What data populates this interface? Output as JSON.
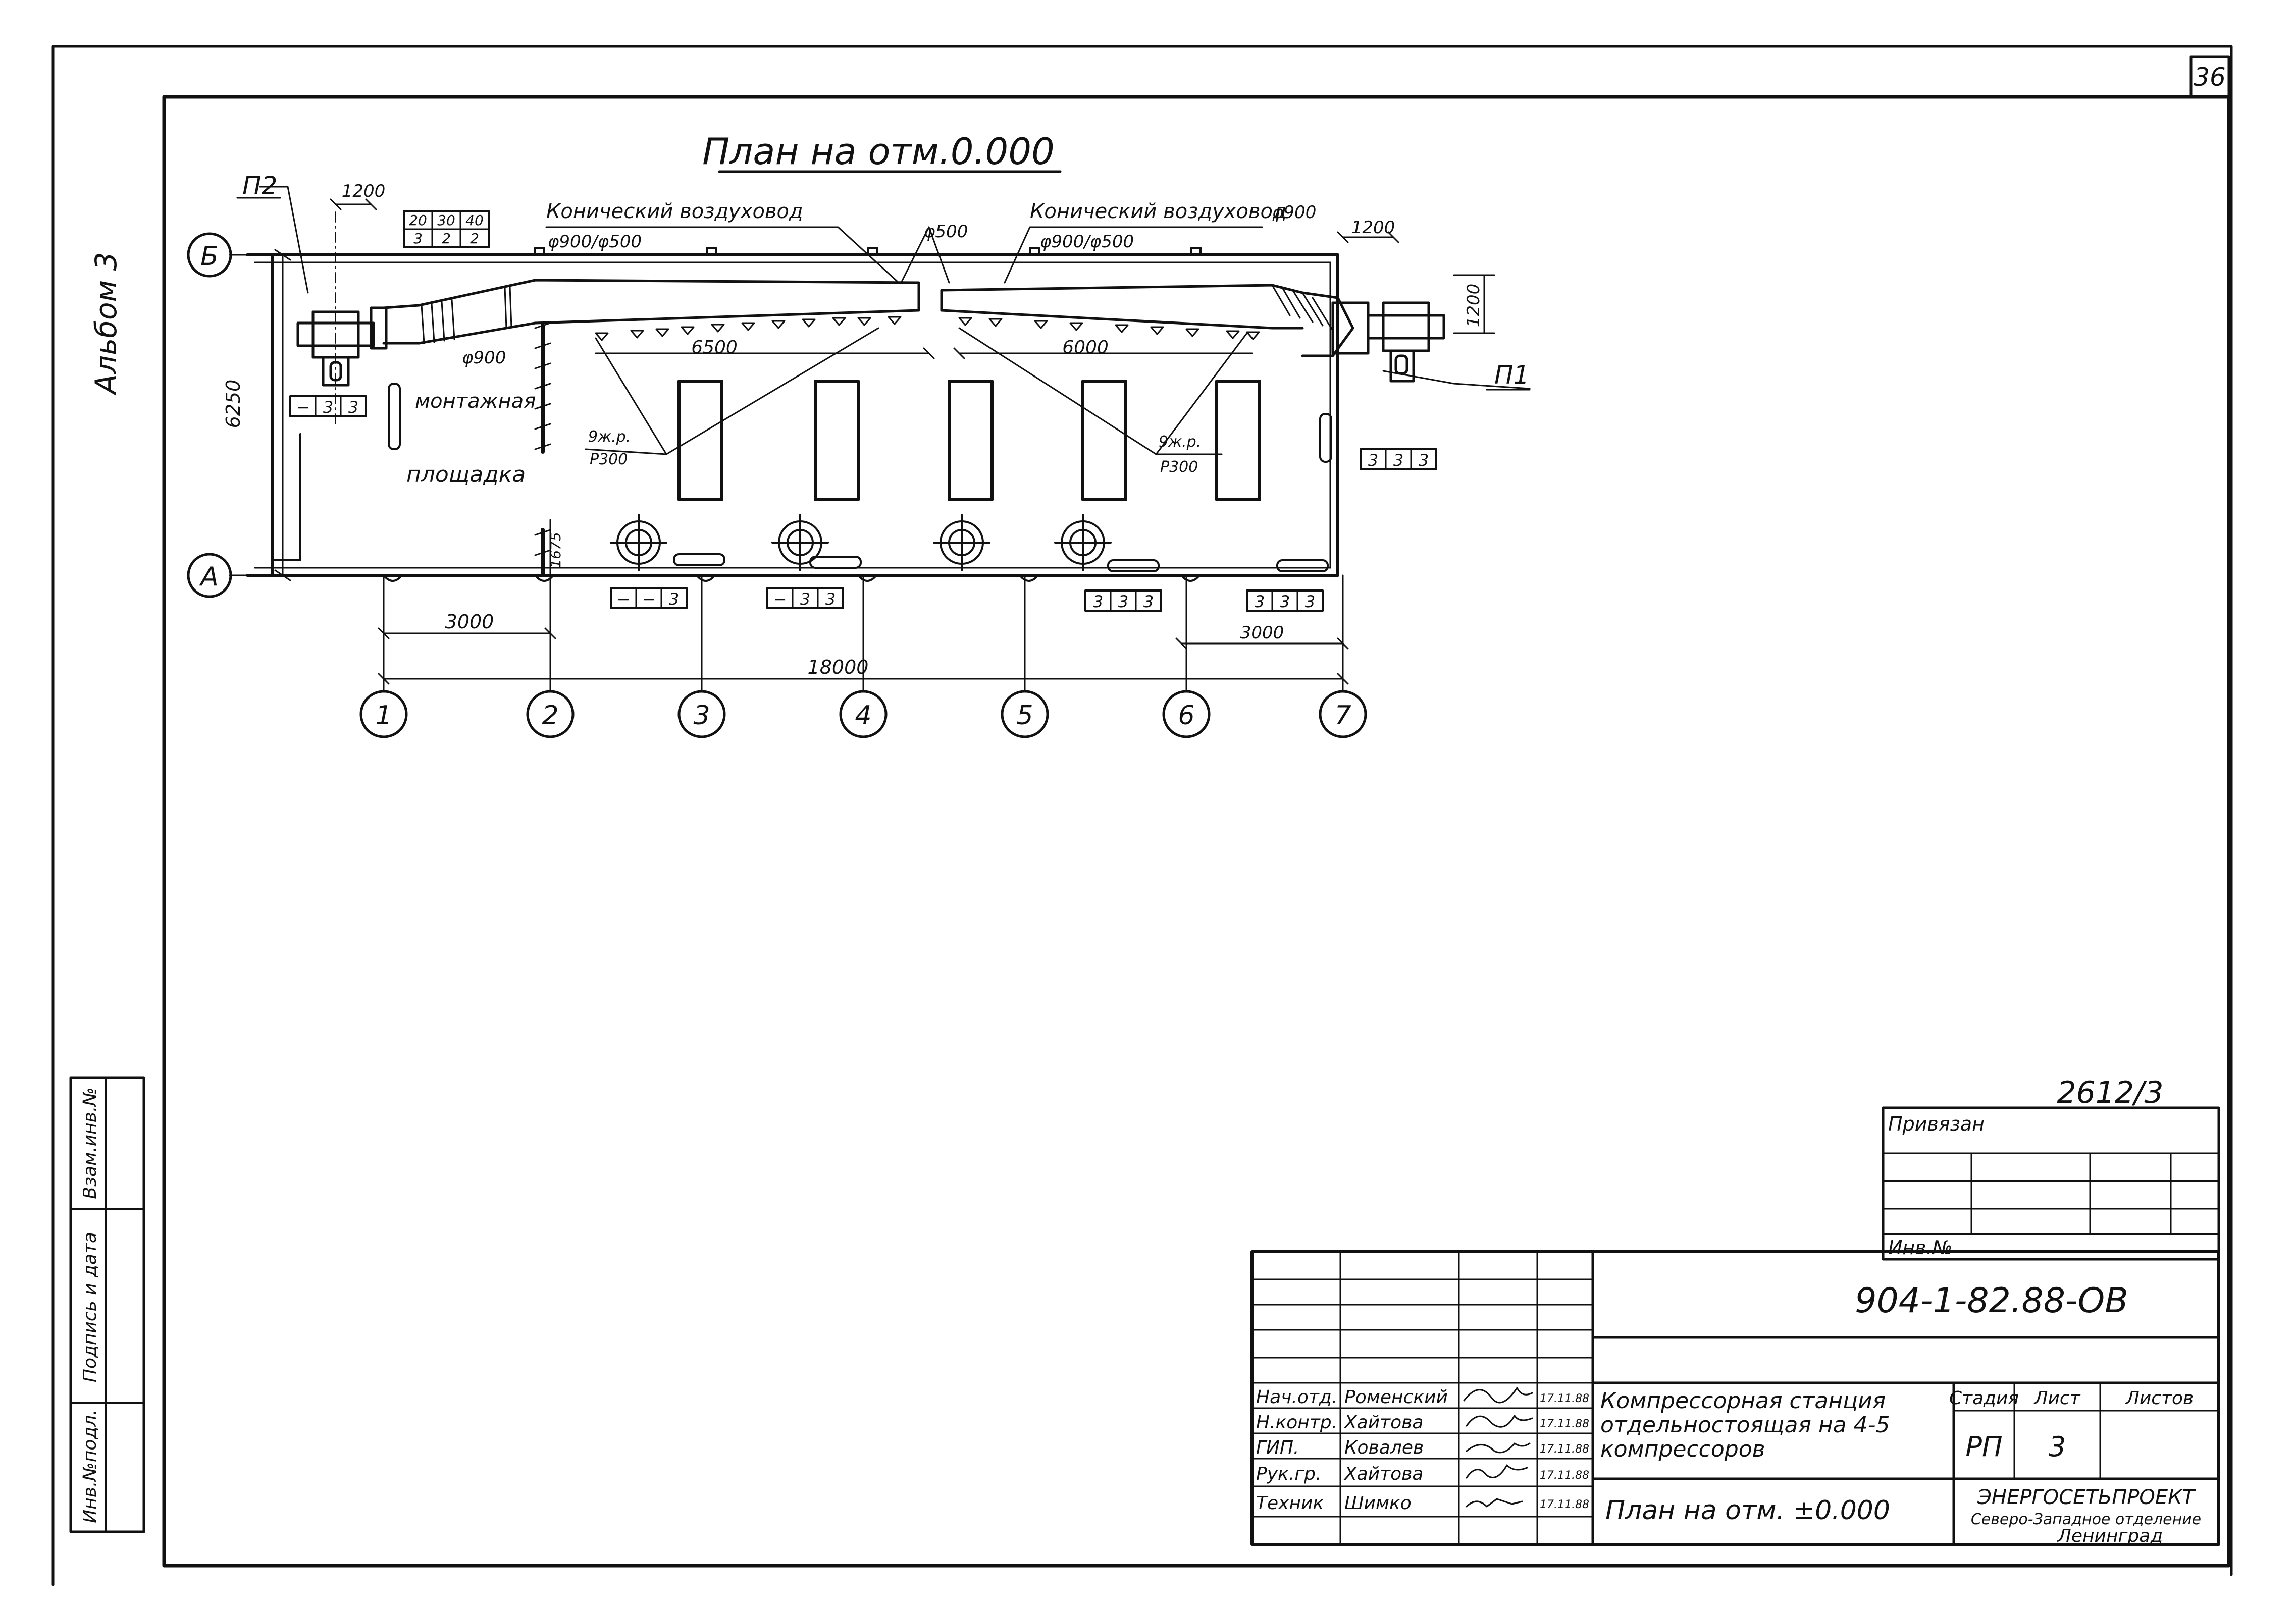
{
  "sheet": {
    "number": "36",
    "album": "Альбом 3",
    "title": "План на отм.0.000"
  },
  "drawing": {
    "axes_rows": [
      "Б",
      "А"
    ],
    "axes_columns": [
      "1",
      "2",
      "3",
      "4",
      "5",
      "6",
      "7"
    ],
    "unit_labels": {
      "p2": "П2",
      "p1": "П1"
    },
    "notes": {
      "duct_left": "Конический воздуховод",
      "duct_left_size": "φ900/φ500",
      "duct_right": "Конический воздуховод",
      "duct_right_size": "φ900/φ500",
      "d500": "φ500",
      "d900_right": "φ900",
      "d900_left": "φ900",
      "grille_left": "9ж.р.",
      "grille_left_size": "Р300",
      "grille_right": "9ж.р.",
      "grille_right_size": "Р300",
      "platform_1": "монтажная",
      "platform_2": "площадка"
    },
    "dimensions": {
      "d1200_left": "1200",
      "d1200_right_top": "1200",
      "d1200_right_vert": "1200",
      "d6250": "6250",
      "d6500": "6500",
      "d6000": "6000",
      "d1675": "1675",
      "d3000_left": "3000",
      "d3000_right": "3000",
      "d18000": "18000"
    },
    "mark_table": {
      "top": [
        "20",
        "30",
        "40"
      ],
      "bottom": [
        "3",
        "2",
        "2"
      ]
    },
    "marks": {
      "m1": [
        "−",
        "3",
        "3"
      ],
      "m2": [
        "−",
        "−",
        "3"
      ],
      "m3": [
        "−",
        "3",
        "3"
      ],
      "m4": [
        "3",
        "3",
        "3"
      ],
      "m5": [
        "3",
        "3",
        "3"
      ],
      "m6": [
        "3",
        "3",
        "3"
      ]
    }
  },
  "margin_stamp": {
    "col1": "Инв.№подл.",
    "col2": "Подпись и дата",
    "col3": "Взам.инв.№"
  },
  "binding_block": {
    "reference": "2612/3",
    "bound_label": "Привязан",
    "inv_label": "Инв.№"
  },
  "title_block": {
    "doc_code": "904-1-82.88-ОВ",
    "project_title": [
      "Компрессорная станция",
      "отдельностоящая на 4-5",
      "компрессоров"
    ],
    "sheet_title": "План на отм. ±0.000",
    "stage_header": "Стадия",
    "sheet_header": "Лист",
    "sheets_header": "Листов",
    "stage_value": "РП",
    "sheet_value": "3",
    "org": [
      "ЭНЕРГОСЕТЬПРОЕКТ",
      "Северо-Западное отделение",
      "Ленинград"
    ],
    "staff": [
      {
        "role": "Нач.отд.",
        "name": "Роменский",
        "date": "17.11.88"
      },
      {
        "role": "Н.контр.",
        "name": "Хайтова",
        "date": "17.11.88"
      },
      {
        "role": "ГИП.",
        "name": "Ковалев",
        "date": "17.11.88"
      },
      {
        "role": "Рук.гр.",
        "name": "Хайтова",
        "date": "17.11.88"
      },
      {
        "role": "Техник",
        "name": "Шимко",
        "date": "17.11.88"
      }
    ]
  }
}
